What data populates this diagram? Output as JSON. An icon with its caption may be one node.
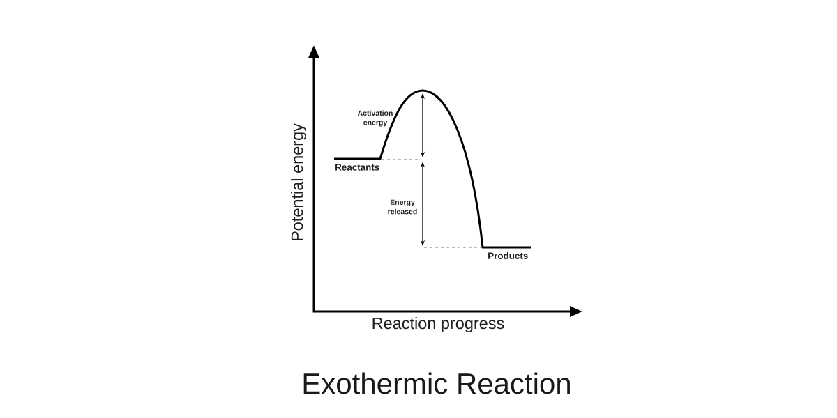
{
  "diagram": {
    "caption": "Exothermic Reaction",
    "labels": [
      "Activation energy",
      "Reactants",
      "Energy released",
      "Products",
      "Potential energy",
      "Reaction progress"
    ]
  }
}
